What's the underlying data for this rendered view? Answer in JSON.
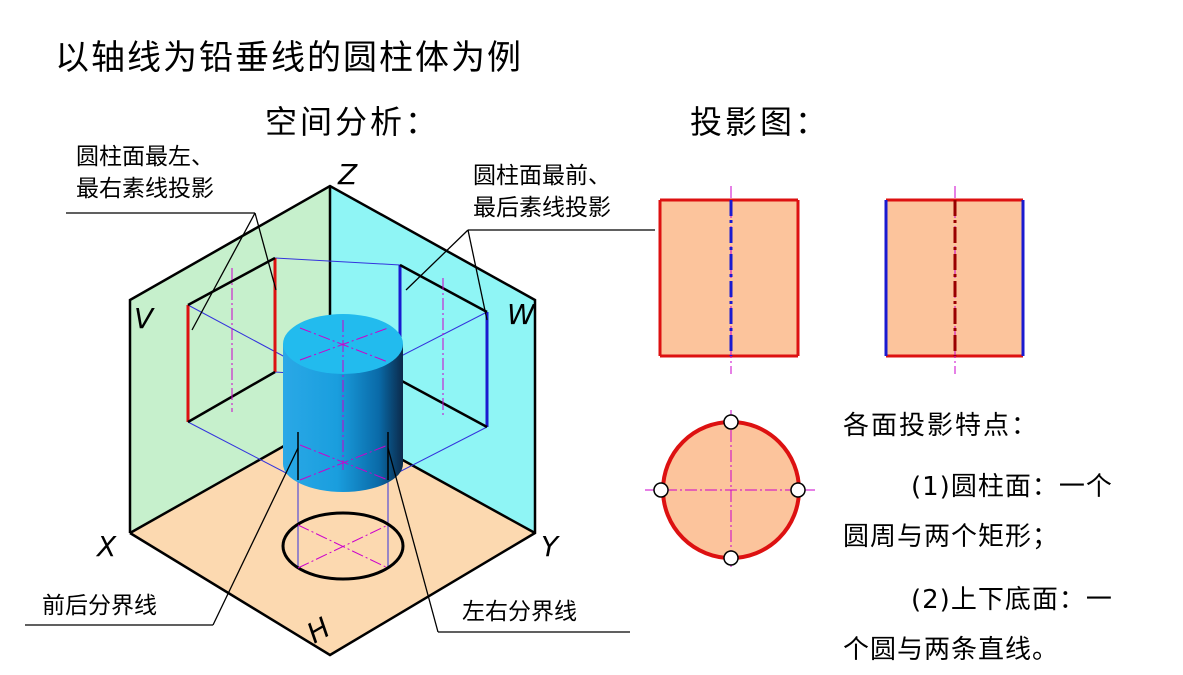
{
  "title": "以轴线为铅垂线的圆柱体为例",
  "headings": {
    "space_analysis": "空间分析：",
    "projection": "投影图："
  },
  "callouts": {
    "left_right_outline": [
      "圆柱面最左、",
      "最右素线投影"
    ],
    "front_back_outline": [
      "圆柱面最前、",
      "最后素线投影"
    ],
    "front_back_boundary": "前后分界线",
    "left_right_boundary": "左右分界线"
  },
  "axes": {
    "z": "Z",
    "v": "V",
    "w": "W",
    "x": "X",
    "y": "Y",
    "h": "H"
  },
  "features": {
    "title": "各面投影特点：",
    "item1_line1": "(1)圆柱面：一个",
    "item1_line2": "圆周与两个矩形；",
    "item2_line1": "(2)上下底面：一",
    "item2_line2": "个圆与两条直线。"
  },
  "colors": {
    "v_plane": "#c6f0cc",
    "w_plane": "#8ff5f5",
    "h_plane": "#fcd9b0",
    "projection_fill": "#fcc49c",
    "outline_red": "#dd1111",
    "outline_blue": "#1a1ad0",
    "centerline": "#cc00cc",
    "cylinder_body": "#1a9ede",
    "cylinder_top": "#22bbee"
  },
  "icons": [
    "cylinder",
    "circle-marker"
  ]
}
